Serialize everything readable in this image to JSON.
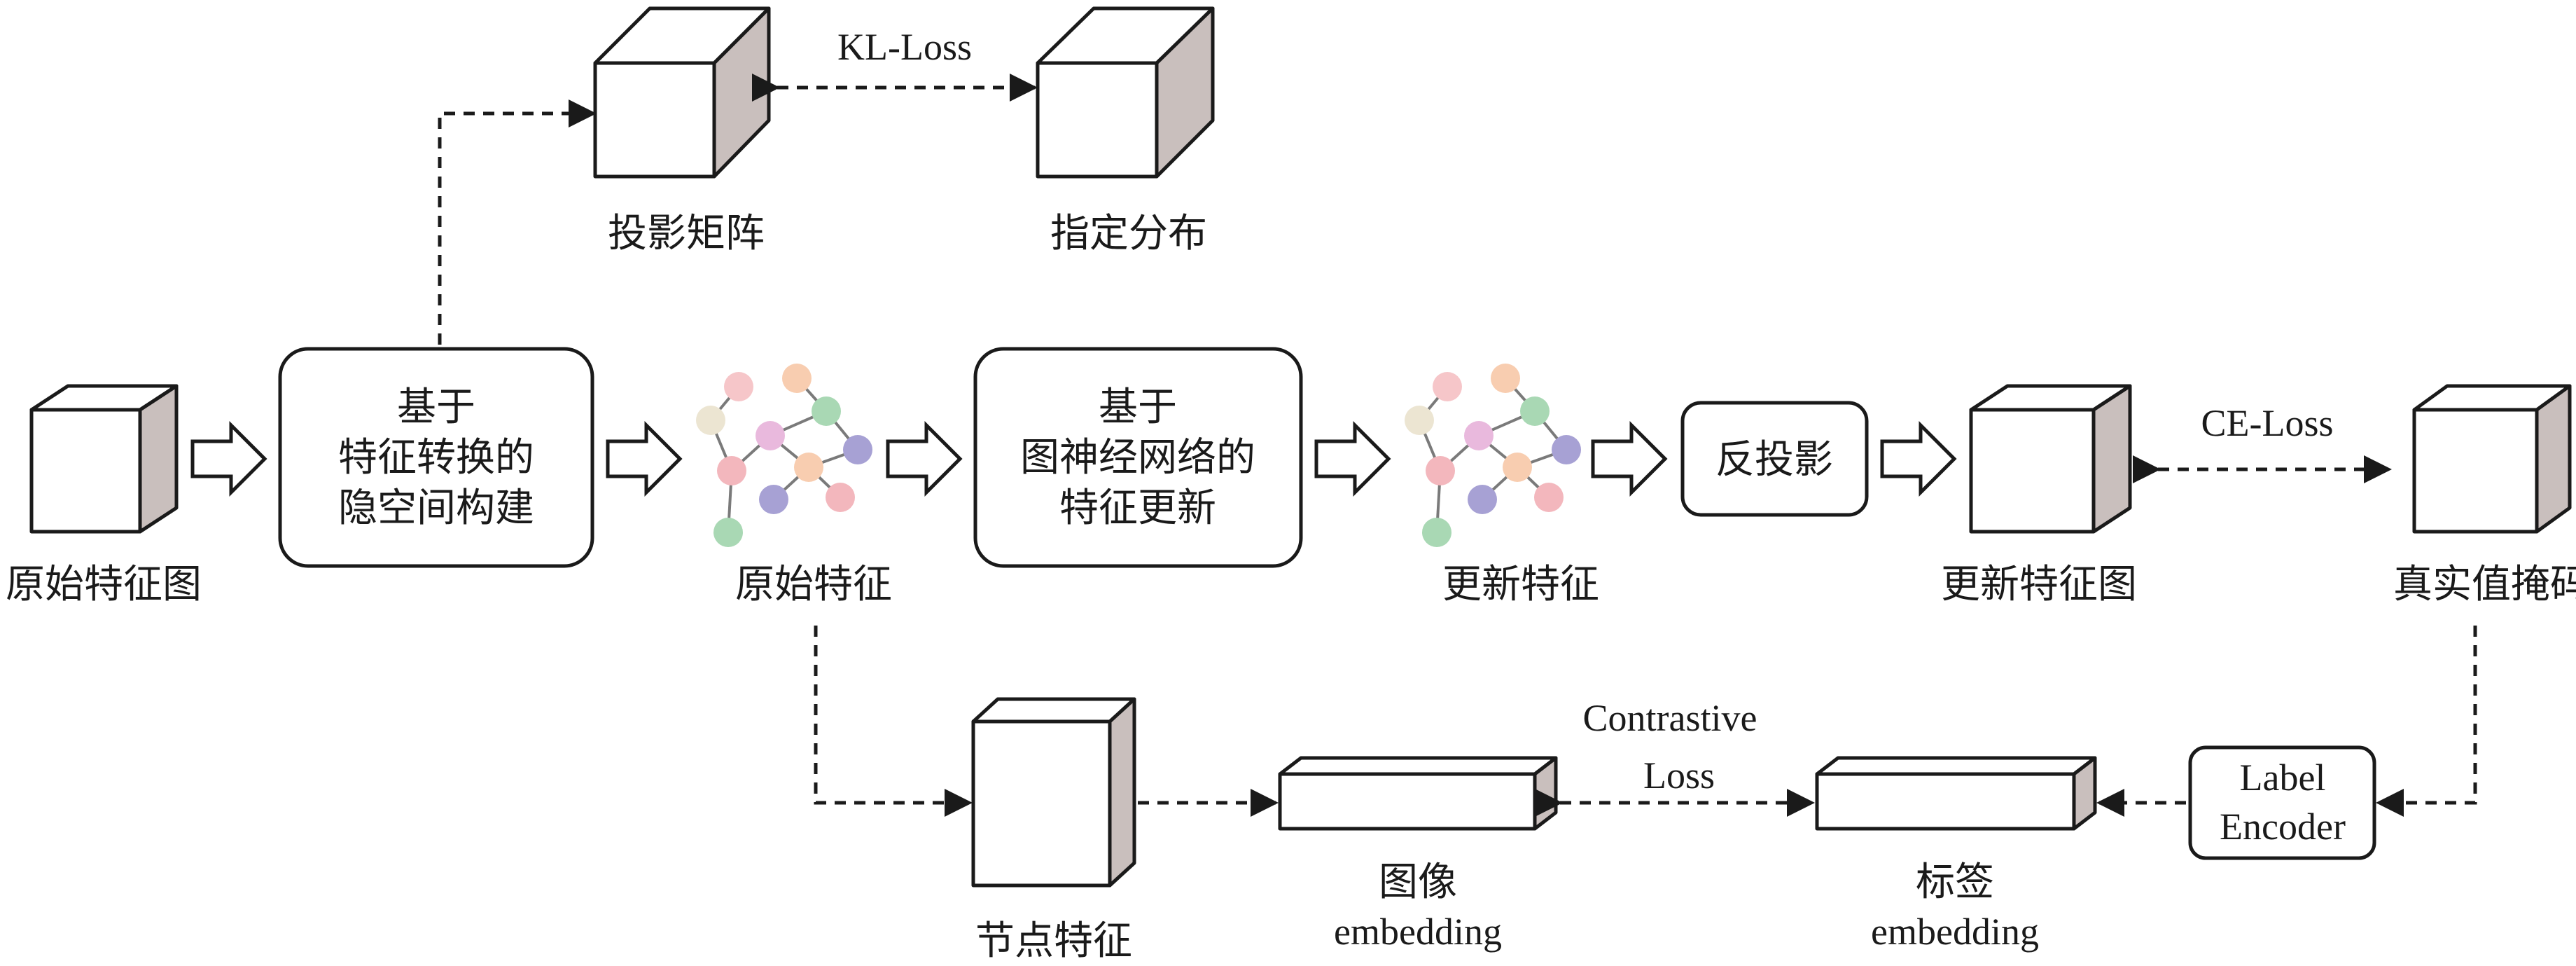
{
  "labels": {
    "orig_feature_map": "原始特征图",
    "latent_box": [
      "基于",
      "特征转换的",
      "隐空间构建"
    ],
    "orig_feature": "原始特征",
    "gnn_box": [
      "基于",
      "图神经网络的",
      "特征更新"
    ],
    "updated_feature": "更新特征",
    "back_projection": "反投影",
    "updated_feature_map": "更新特征图",
    "ground_truth_mask": "真实值掩码",
    "projection_matrix": "投影矩阵",
    "specified_distribution": "指定分布",
    "kl_loss": "KL-Loss",
    "ce_loss": "CE-Loss",
    "node_feature": "节点特征",
    "image_embedding": [
      "图像",
      "embedding"
    ],
    "contrastive_loss": [
      "Contrastive",
      "Loss"
    ],
    "label_embedding": [
      "标签",
      "embedding"
    ],
    "label_encoder": [
      "Label",
      "Encoder"
    ]
  },
  "colors": {
    "stroke": "#1a1a1a",
    "cube_side": "#c9bfbd",
    "graph_nodes": [
      "#f6c6c9",
      "#f8cdb0",
      "#a9d8b4",
      "#ece5d2",
      "#e9b9dd",
      "#a7a1d4",
      "#f3b7bd",
      "#a9d8b4"
    ],
    "graph_edge": "#7a7a7a"
  }
}
